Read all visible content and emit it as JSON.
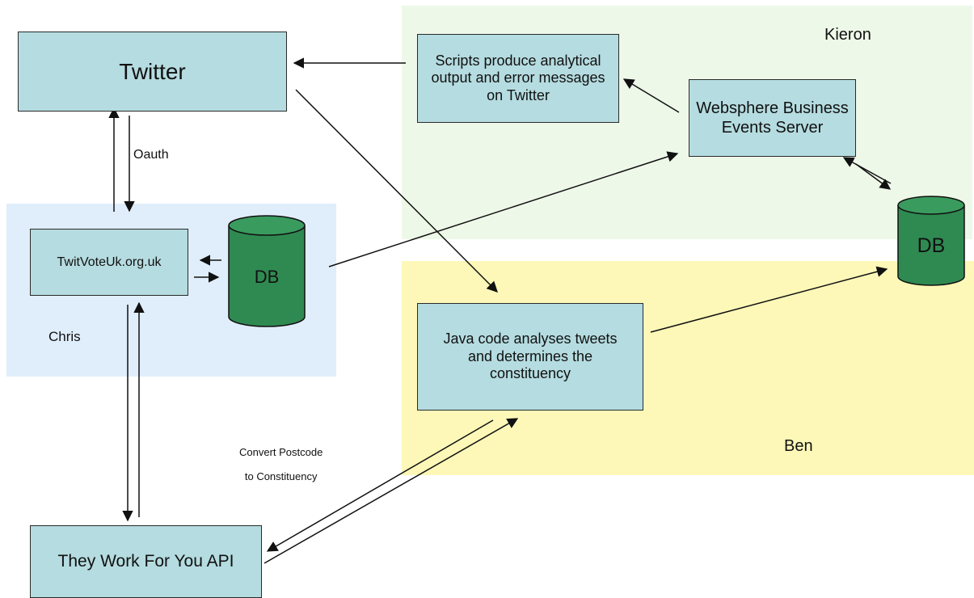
{
  "regions": {
    "kieron": "Kieron",
    "ben": "Ben",
    "chris": "Chris"
  },
  "boxes": {
    "twitter": "Twitter",
    "scripts": "Scripts produce analytical output and error messages on Twitter",
    "websphere": "Websphere Business Events Server",
    "twitvote": "TwitVoteUk.org.uk",
    "java": "Java code analyses tweets and determines the constituency",
    "api": "They Work For You API"
  },
  "databases": {
    "db_chris": "DB",
    "db_kieron": "DB"
  },
  "edge_labels": {
    "oauth": "Oauth",
    "convert_line1": "Convert Postcode",
    "convert_line2": "to Constituency"
  },
  "colors": {
    "box_fill": "#b5dce0",
    "db_fill": "#2f8a52",
    "kieron_region": "#eef8e8",
    "ben_region": "#fdf8b8",
    "chris_region": "#e0eefb"
  }
}
